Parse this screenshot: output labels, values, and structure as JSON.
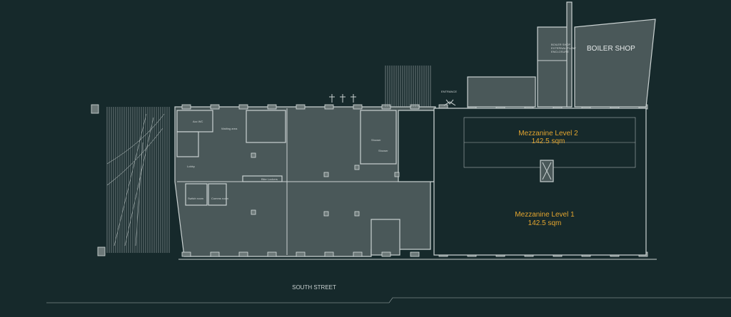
{
  "plan": {
    "street_label": "SOUTH STREET",
    "boiler_shop": "BOILER SHOP",
    "boiler_plant": [
      "BOILER SHOP",
      "EXTERNAL PLANT",
      "ENCLOSURE"
    ],
    "entrance": "ENTRANCE",
    "mezzanine_2": {
      "name": "Mezzanine Level 2",
      "area": "142.5 sqm"
    },
    "mezzanine_1": {
      "name": "Mezzanine Level 1",
      "area": "142.5 sqm"
    },
    "rooms": {
      "acc_wc": "Acc WC",
      "waiting": "Waiting area",
      "lobby": "Lobby",
      "switch": "Switch room",
      "comms": "Comms room",
      "bike": "Bike Lockers",
      "shower1": "Shower",
      "shower2": "Shower"
    },
    "colors": {
      "background": "#16292b",
      "floor": "#4a5859",
      "line": "#c9d1d1",
      "label": "#e3a52f"
    }
  }
}
